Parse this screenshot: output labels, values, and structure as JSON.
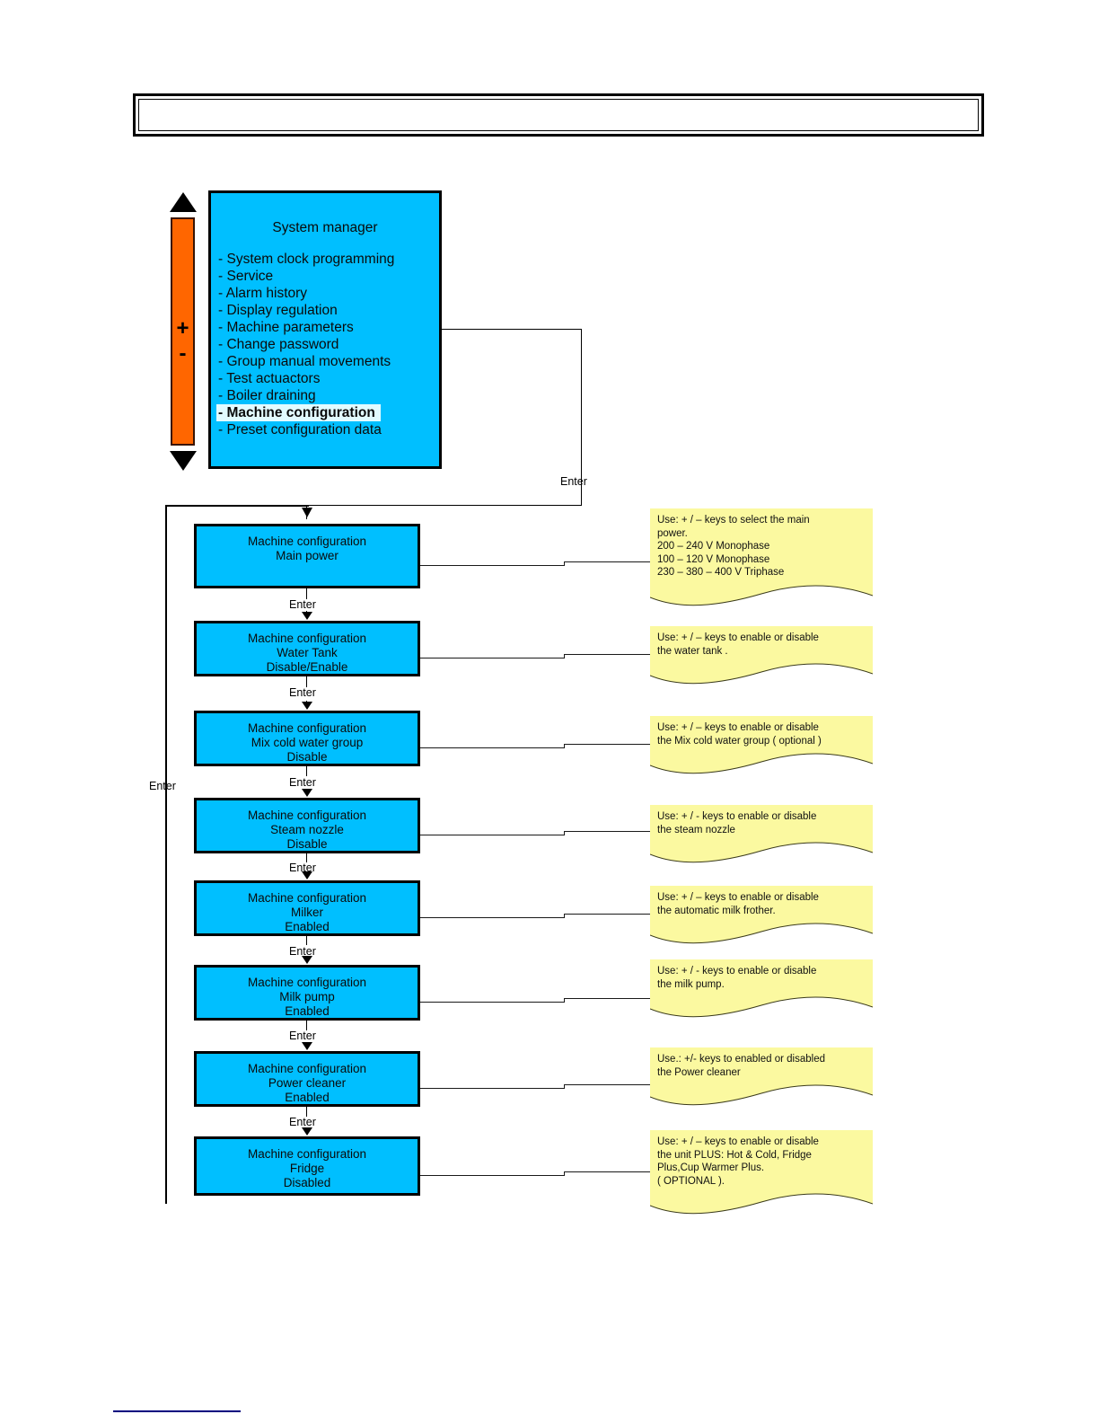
{
  "document": {
    "title": "Machine configuration menu flow",
    "header_bar_text": "",
    "footer_rule": ""
  },
  "colors": {
    "panel_blue": "#00BFFF",
    "slider_orange": "#FF6600",
    "note_yellow": "#FBF9A0",
    "selected_highlight": "#E2FBFF",
    "line_black": "#000000",
    "footer_rule_blue": "#00007F"
  },
  "scroll_control": {
    "up_arrow": "triangle-up",
    "down_arrow": "triangle-down",
    "plus": "+",
    "minus": "-"
  },
  "system_manager": {
    "title": "System manager",
    "items": [
      {
        "dash": "-",
        "label": "System clock programming",
        "selected": false
      },
      {
        "dash": "-",
        "label": "Service",
        "selected": false
      },
      {
        "dash": "-",
        "label": "Alarm history",
        "selected": false
      },
      {
        "dash": "-",
        "label": "Display regulation",
        "selected": false
      },
      {
        "dash": "-",
        "label": "Machine parameters",
        "selected": false
      },
      {
        "dash": "-",
        "label": "Change password",
        "selected": false
      },
      {
        "dash": "-",
        "label": "Group manual movements",
        "selected": false
      },
      {
        "dash": "-",
        "label": "Test actuactors",
        "selected": false
      },
      {
        "dash": "-",
        "label": "Boiler draining",
        "selected": false
      },
      {
        "dash": "-",
        "label": "Machine configuration",
        "selected": true
      },
      {
        "dash": "-",
        "label": "Preset configuration data",
        "selected": false
      }
    ]
  },
  "connectors": {
    "enter_top": "Enter",
    "enter_left": "Enter",
    "enter_between": "Enter"
  },
  "flow_steps": [
    {
      "title": "Machine configuration",
      "subject": "Main power",
      "value": "",
      "note": [
        "Use: + / – keys  to select the main",
        "power.",
        "200 – 240 V Monophase",
        "100 – 120 V Monophase",
        "230 – 380 – 400 V Triphase"
      ]
    },
    {
      "title": "Machine configuration",
      "subject": "Water Tank",
      "value": "Disable/Enable",
      "note": [
        "Use: + / – keys  to enable or disable",
        "the water tank ."
      ]
    },
    {
      "title": "Machine configuration",
      "subject": "Mix cold water group",
      "value": "Disable",
      "note": [
        "Use: + / – keys  to  enable or disable",
        "the Mix cold water group ( optional )"
      ]
    },
    {
      "title": "Machine configuration",
      "subject": "Steam nozzle",
      "value": "Disable",
      "note": [
        "Use: + / - keys  to  enable or disable",
        "the steam nozzle"
      ]
    },
    {
      "title": "Machine configuration",
      "subject": "Milker",
      "value": "Enabled",
      "note": [
        "Use: + / – keys  to  enable or disable",
        "the automatic milk frother."
      ]
    },
    {
      "title": "Machine configuration",
      "subject": "Milk pump",
      "value": "Enabled",
      "note": [
        "Use: + / - keys  to  enable or disable",
        "the milk pump."
      ]
    },
    {
      "title": "Machine configuration",
      "subject": "Power cleaner",
      "value": "Enabled",
      "note": [
        "Use.: +/- keys to enabled or disabled",
        "the Power cleaner"
      ]
    },
    {
      "title": "Machine configuration",
      "subject": "Fridge",
      "value": "Disabled",
      "note": [
        "Use: + / – keys  to  enable or disable",
        "the unit PLUS: Hot & Cold, Fridge",
        "Plus,Cup Warmer Plus.",
        "( OPTIONAL )."
      ]
    }
  ]
}
